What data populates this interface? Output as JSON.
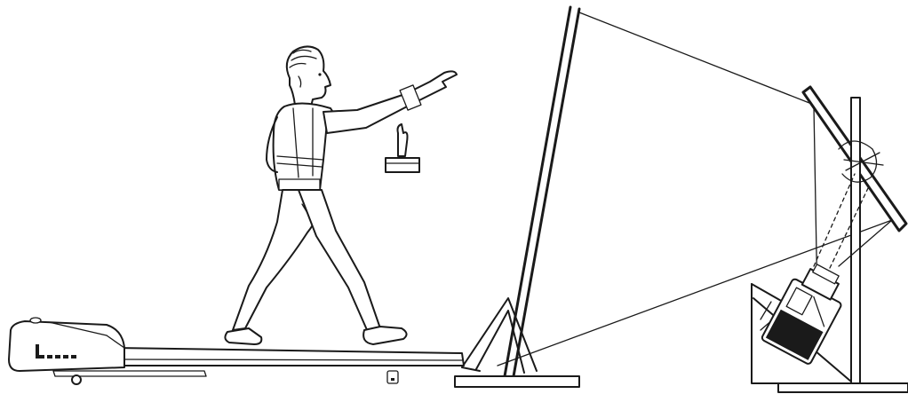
{
  "figure": {
    "colors": {
      "ink": "#1a1a1a",
      "background": "#ffffff"
    },
    "components": [
      "treadmill",
      "walking-person",
      "hand-target-object",
      "projection-screen",
      "mirror",
      "projector-stand",
      "projector"
    ]
  }
}
